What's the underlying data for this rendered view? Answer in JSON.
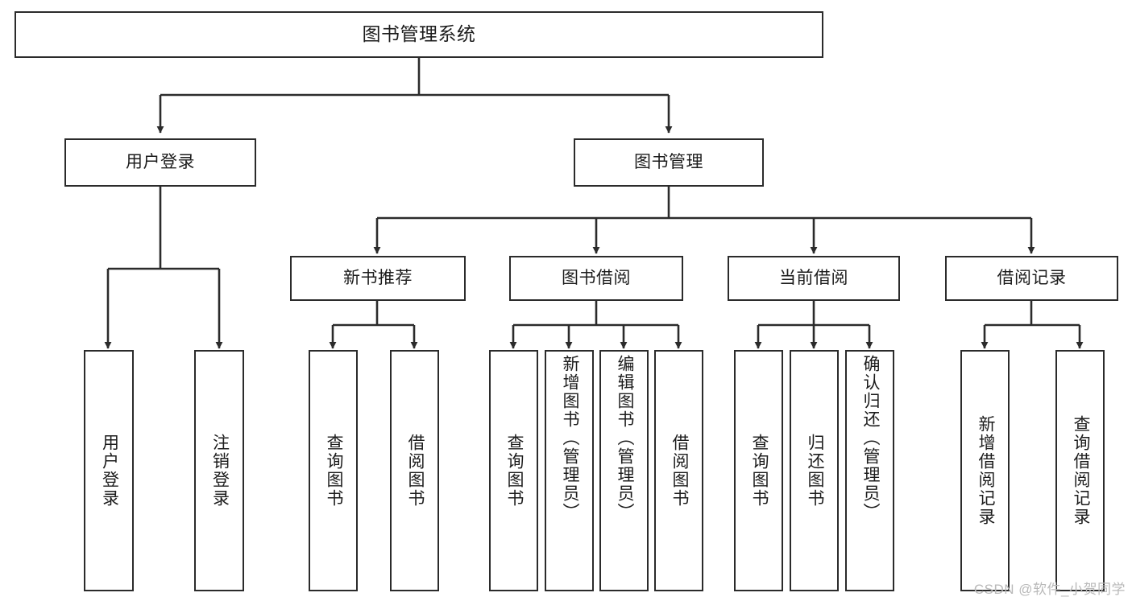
{
  "diagram": {
    "type": "tree-hierarchy",
    "title": "图书管理系统",
    "root": {
      "id": "root",
      "label": "图书管理系统",
      "orientation": "horizontal"
    },
    "level2": [
      {
        "id": "user-login",
        "label": "用户登录",
        "orientation": "horizontal"
      },
      {
        "id": "book-management",
        "label": "图书管理",
        "orientation": "horizontal"
      }
    ],
    "level3": [
      {
        "id": "new-book-recommend",
        "label": "新书推荐",
        "orientation": "horizontal",
        "parent": "book-management"
      },
      {
        "id": "book-borrow",
        "label": "图书借阅",
        "orientation": "horizontal",
        "parent": "book-management"
      },
      {
        "id": "current-borrow",
        "label": "当前借阅",
        "orientation": "horizontal",
        "parent": "book-management"
      },
      {
        "id": "borrow-record",
        "label": "借阅记录",
        "orientation": "horizontal",
        "parent": "book-management"
      }
    ],
    "leaves": [
      {
        "id": "leaf-user-login",
        "label": "用户登录",
        "parent": "user-login",
        "orientation": "vertical"
      },
      {
        "id": "leaf-logout-login",
        "label": "注销登录",
        "parent": "user-login",
        "orientation": "vertical"
      },
      {
        "id": "leaf-query-book-1",
        "label": "查询图书",
        "parent": "new-book-recommend",
        "orientation": "vertical"
      },
      {
        "id": "leaf-borrow-book-1",
        "label": "借阅图书",
        "parent": "new-book-recommend",
        "orientation": "vertical"
      },
      {
        "id": "leaf-query-book-2",
        "label": "查询图书",
        "parent": "book-borrow",
        "orientation": "vertical"
      },
      {
        "id": "leaf-add-book",
        "label": "新增图书（管理员）",
        "parent": "book-borrow",
        "orientation": "vertical"
      },
      {
        "id": "leaf-edit-book",
        "label": "编辑图书（管理员）",
        "parent": "book-borrow",
        "orientation": "vertical"
      },
      {
        "id": "leaf-borrow-book-2",
        "label": "借阅图书",
        "parent": "book-borrow",
        "orientation": "vertical"
      },
      {
        "id": "leaf-query-book-3",
        "label": "查询图书",
        "parent": "current-borrow",
        "orientation": "vertical"
      },
      {
        "id": "leaf-return-book",
        "label": "归还图书",
        "parent": "current-borrow",
        "orientation": "vertical"
      },
      {
        "id": "leaf-confirm-return",
        "label": "确认归还（管理员）",
        "parent": "current-borrow",
        "orientation": "vertical"
      },
      {
        "id": "leaf-add-record",
        "label": "新增借阅记录",
        "parent": "borrow-record",
        "orientation": "vertical"
      },
      {
        "id": "leaf-query-record",
        "label": "查询借阅记录",
        "parent": "borrow-record",
        "orientation": "vertical"
      }
    ],
    "watermark": "CSDN @软件_小贺同学",
    "colors": {
      "stroke": "#2b2b2b",
      "fill": "#ffffff",
      "text": "#1c1c1c",
      "watermark": "#b9b9b9"
    }
  }
}
